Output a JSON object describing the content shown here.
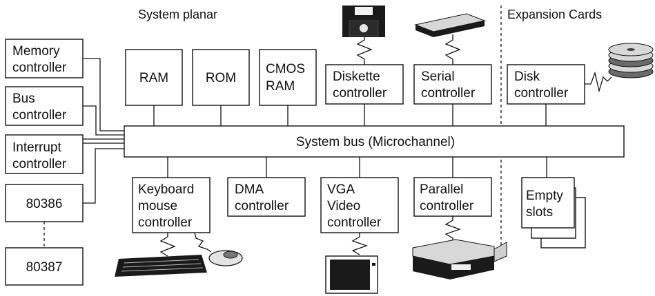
{
  "headings": {
    "system_planar": "System planar",
    "expansion_cards": "Expansion Cards"
  },
  "left_blocks": {
    "memory": [
      "Memory",
      "controller"
    ],
    "bus": [
      "Bus",
      "controller"
    ],
    "interrupt": [
      "Interrupt",
      "controller"
    ],
    "cpu": "80386",
    "fpu": "80387"
  },
  "top_blocks": {
    "ram": "RAM",
    "rom": "ROM",
    "cmos": [
      "CMOS",
      "RAM"
    ],
    "diskette": [
      "Diskette",
      "controller"
    ],
    "serial": [
      "Serial",
      "controller"
    ],
    "disk": [
      "Disk",
      "controller"
    ]
  },
  "system_bus": "System bus (Microchannel)",
  "bottom_blocks": {
    "keyboard": [
      "Keyboard",
      "mouse",
      "controller"
    ],
    "dma": [
      "DMA",
      "controller"
    ],
    "vga": [
      "VGA",
      "Video",
      "controller"
    ],
    "parallel": [
      "Parallel",
      "controller"
    ],
    "empty": [
      "Empty",
      "slots"
    ]
  }
}
